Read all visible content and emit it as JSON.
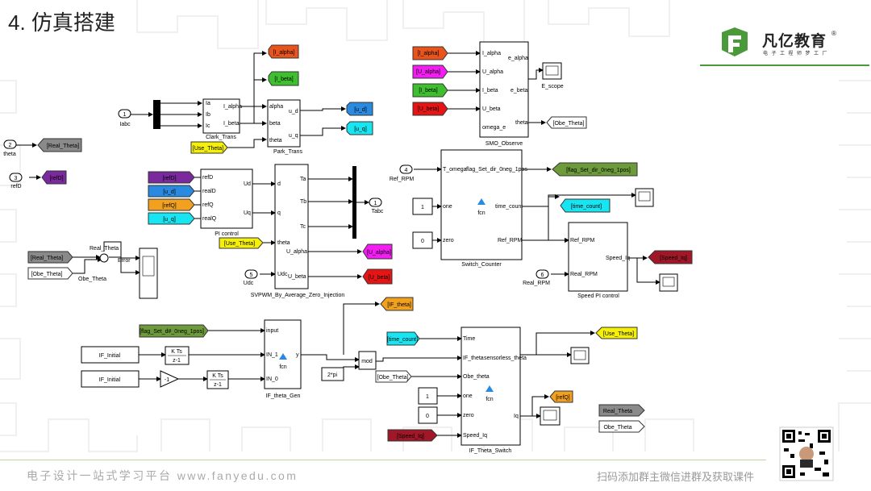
{
  "slide": {
    "title": "4. 仿真搭建",
    "logo_name": "凡亿教育",
    "logo_reg": "®",
    "logo_sub": "电子工程师梦工厂",
    "footer_left": "电子设计一站式学习平台 www.fanyedu.com",
    "footer_right": "扫码添加群主微信进群及获取课件"
  },
  "colors": {
    "orange": "#e8541c",
    "green": "#3fbf2f",
    "magenta": "#f21df2",
    "red": "#e61515",
    "purple": "#7a2a9c",
    "blue": "#2a8ae0",
    "cyan": "#17e6f2",
    "yellow": "#f5f00a",
    "goldorange": "#f2a020",
    "olive": "#6d9a3a",
    "maroon": "#a01828",
    "gray": "#8a8a8a",
    "accent_green": "#4a9a3c"
  },
  "inports": [
    {
      "num": "1",
      "name": "Iabc"
    },
    {
      "num": "2",
      "name": "theta"
    },
    {
      "num": "3",
      "name": "refD"
    },
    {
      "num": "4",
      "name": "Ref_RPM"
    },
    {
      "num": "5",
      "name": "Udc"
    },
    {
      "num": "6",
      "name": "Real_RPM"
    }
  ],
  "outports": [
    {
      "num": "1",
      "name": "Tabc"
    }
  ],
  "tags": {
    "ialpha_out": "[I_alpha]",
    "ibeta_out": "[I_beta]",
    "ud_out": "[u_d]",
    "uq_out": "[u_q]",
    "realtheta_out": "[Real_Theta]",
    "refd_out": "[refD]",
    "use_theta_in": "[Use_Theta]",
    "ialpha_in": "[I_alpha]",
    "ualpha_in": "[U_alpha]",
    "ibeta_in": "[I_beta]",
    "ubeta_in": "[U_beta]",
    "obe_theta_out": "[Obe_Theta]",
    "refd_in": "[refD]",
    "ud_in": "[u_d]",
    "refq_in": "[refQ]",
    "uq_in": "[u_q]",
    "use_theta_in2": "[Use_Theta]",
    "ualpha_out": "[U_alpha]",
    "ubeta_out": "[U_beta]",
    "realtheta_in": "[Real_Theta]",
    "obetheta_in": "[Obe_Theta]",
    "flag_out": "[flag_Set_dir_0neg_1pos]",
    "timecount_out": "[time_count]",
    "speedlq_out": "[Speed_Iq]",
    "iftheta_out": "[IF_theta]",
    "flag_in": "[flag_Set_d#_0neg_1pos]",
    "timecount_in": "[time_count]",
    "obetheta_in2": "[Obe_Theta]",
    "speedlq_in": "[Speed_Iq]",
    "usetheta_out": "[Use_Theta]",
    "refq_out": "[refQ]",
    "realtheta_out2": "Real_Theta",
    "obetheta_out2": "Obe_Theta"
  },
  "blocks": {
    "clark": {
      "name": "Clark_Trans",
      "in": [
        "Ia",
        "Ib",
        "Ic"
      ],
      "out": [
        "I_alpha",
        "I_beta"
      ]
    },
    "park": {
      "name": "Park_Trans",
      "in": [
        "alpha",
        "beta",
        "theta"
      ],
      "out": [
        "u_d",
        "u_q"
      ]
    },
    "smo": {
      "name": "SMO_Observe",
      "in": [
        "I_alpha",
        "U_alpha",
        "I_beta",
        "U_beta"
      ],
      "out": [
        "e_alpha",
        "e_beta",
        "theta"
      ],
      "extra": "omega_e"
    },
    "escope": {
      "name": "E_scope"
    },
    "pi": {
      "name": "PI control",
      "in": [
        "refD",
        "realD",
        "refQ",
        "realQ"
      ],
      "out": [
        "Ud",
        "Uq"
      ]
    },
    "svpwm": {
      "name": "SVPWM_By_Average_Zero_Injection",
      "in": [
        "d",
        "q",
        "theta",
        "Udc"
      ],
      "out": [
        "Ta",
        "Tb",
        "Tc",
        "U_alpha",
        "U_beta"
      ]
    },
    "switch_counter": {
      "name": "Switch_Counter",
      "in": [
        "T_omega",
        "one",
        "zero"
      ],
      "out": [
        "flag_Set_dir_0neg_1pos",
        "time_count",
        "Ref_RPM"
      ],
      "fcn": "fcn"
    },
    "speed_pi": {
      "name": "Speed PI control",
      "in": [
        "Ref_RPM",
        "Real_RPM"
      ],
      "out": [
        "Speed_Iq"
      ]
    },
    "if_gen": {
      "name": "IF_theta_Gen",
      "in": [
        "input",
        "IN_1",
        "IN_0"
      ],
      "out": [
        "y"
      ],
      "fcn": "fcn"
    },
    "if_switch": {
      "name": "IF_Theta_Switch",
      "in": [
        "Time",
        "IF_theta",
        "Obe_theta",
        "one",
        "zero",
        "Speed_Iq"
      ],
      "out": [
        "sensorless_theta",
        "Iq"
      ],
      "fcn": "fcn"
    },
    "mod": {
      "name": "mod"
    },
    "gain_neg1": {
      "value": "-1"
    },
    "const_2pi": {
      "value": "2*pi"
    },
    "const_one1": {
      "value": "1"
    },
    "const_zero1": {
      "value": "0"
    },
    "const_one2": {
      "value": "1"
    },
    "const_zero2": {
      "value": "0"
    },
    "if_initial1": {
      "value": "IF_Initial"
    },
    "if_initial2": {
      "value": "IF_Initial"
    },
    "int1": {
      "num": "K Ts",
      "den": "z-1"
    },
    "int2": {
      "num": "K Ts",
      "den": "z-1"
    },
    "sum": {
      "in1": "Real_Theta",
      "in2": "Obe_Theta",
      "out": "Error"
    }
  }
}
